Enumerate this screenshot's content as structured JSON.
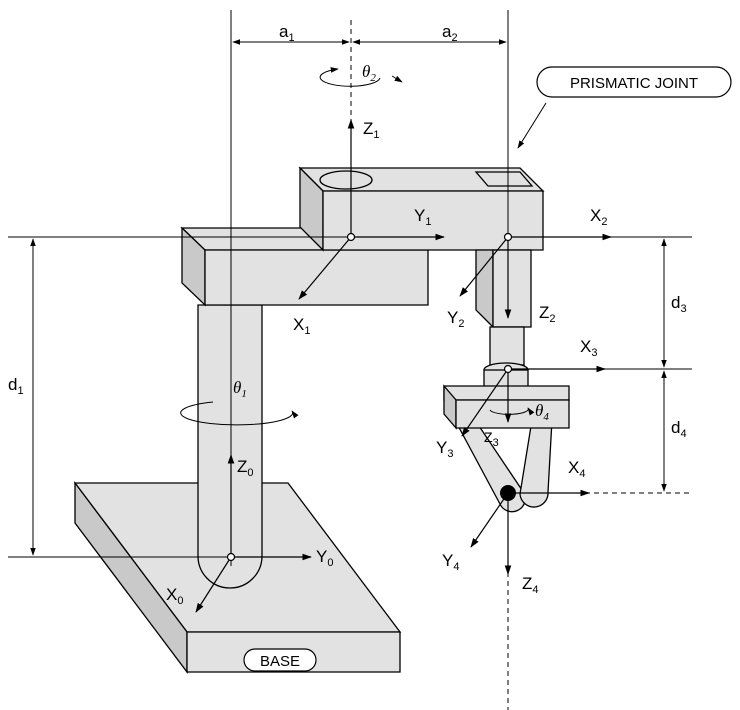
{
  "labels": {
    "a1": "a",
    "a1_sub": "1",
    "a2": "a",
    "a2_sub": "2",
    "theta1": "θ",
    "theta1_sub": "1",
    "theta2": "θ",
    "theta2_sub": "2",
    "theta4": "θ",
    "theta4_sub": "4",
    "d1": "d",
    "d1_sub": "1",
    "d3": "d",
    "d3_sub": "3",
    "d4": "d",
    "d4_sub": "4",
    "x0": "X",
    "x0_sub": "0",
    "y0": "Y",
    "y0_sub": "0",
    "z0": "Z",
    "z0_sub": "0",
    "x1": "X",
    "x1_sub": "1",
    "y1": "Y",
    "y1_sub": "1",
    "z1": "Z",
    "z1_sub": "1",
    "x2": "X",
    "x2_sub": "2",
    "y2": "Y",
    "y2_sub": "2",
    "z2": "Z",
    "z2_sub": "2",
    "x3": "X",
    "x3_sub": "3",
    "y3": "Y",
    "y3_sub": "3",
    "z3": "Z",
    "z3_sub": "3",
    "x4": "X",
    "x4_sub": "4",
    "y4": "Y",
    "y4_sub": "4",
    "z4": "Z",
    "z4_sub": "4"
  },
  "callouts": {
    "prismatic_joint": "PRISMATIC JOINT",
    "base": "BASE"
  },
  "colors": {
    "body_fill": "#e2e2e2",
    "shade_fill": "#c9c9c9",
    "line": "#000000"
  }
}
